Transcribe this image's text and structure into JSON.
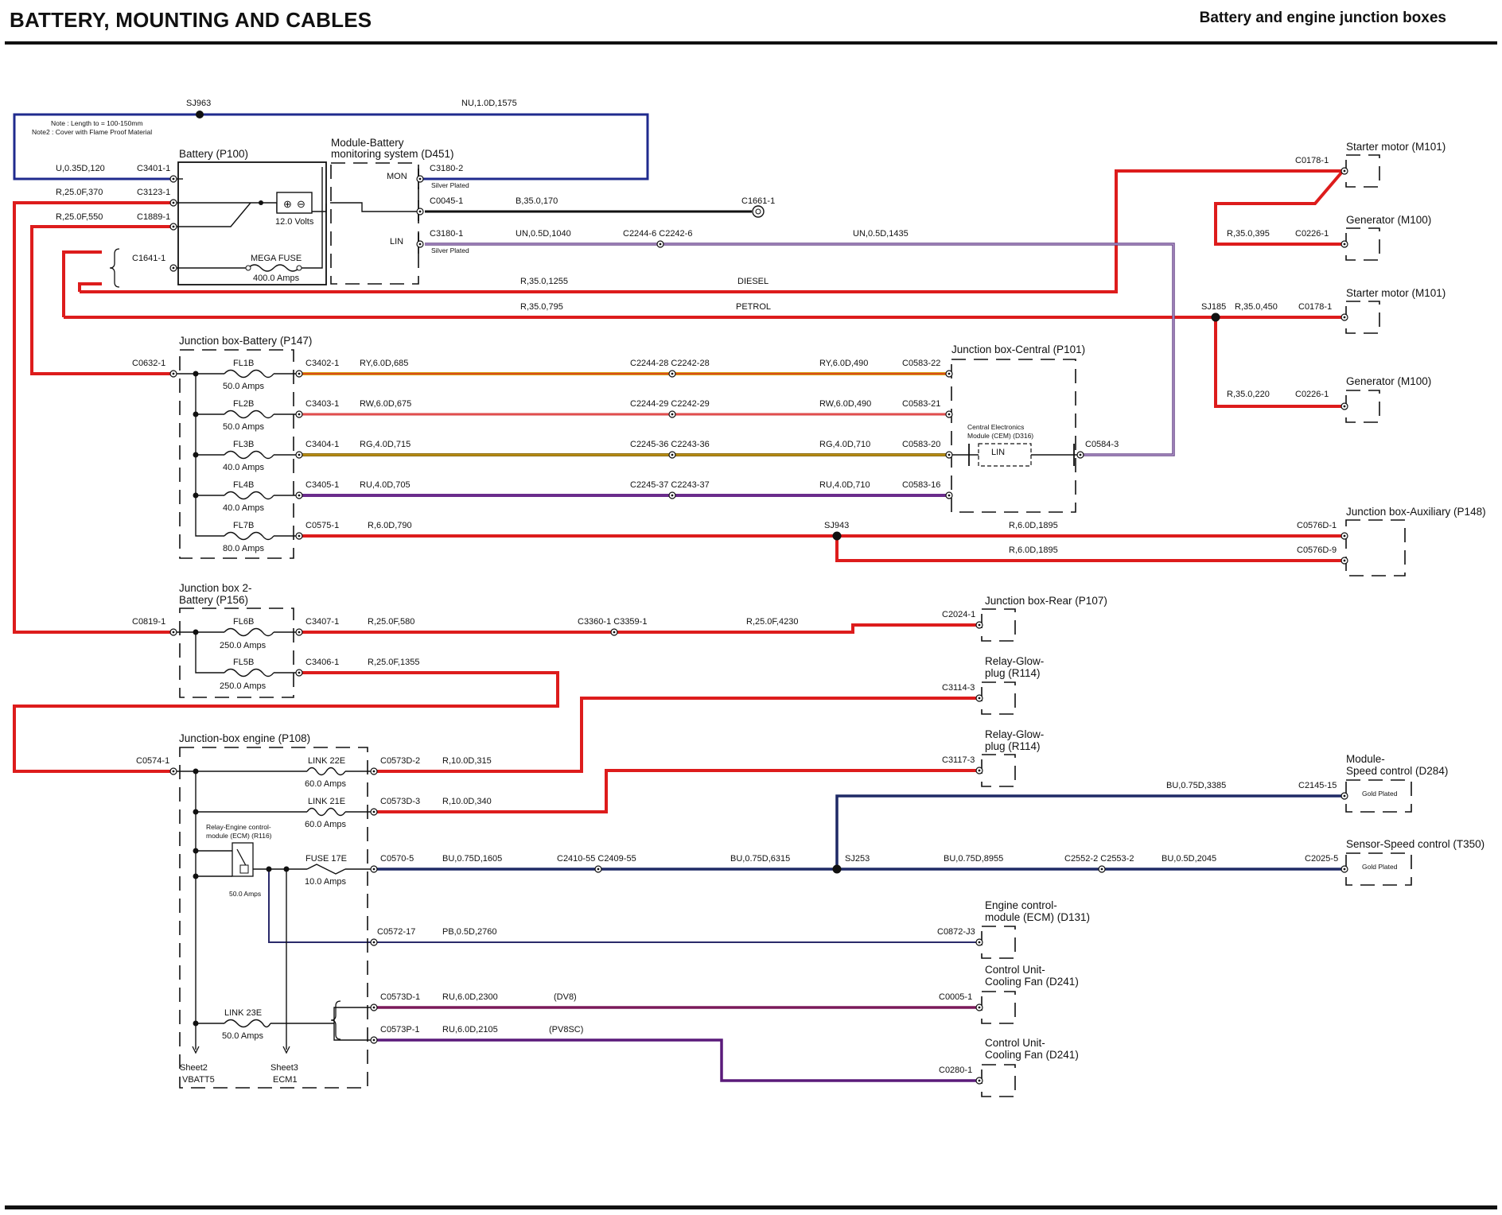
{
  "header": {
    "title": "BATTERY, MOUNTING AND CABLES",
    "subtitle": "Battery and engine junction boxes"
  },
  "colors": {
    "red": "#dd1c1c",
    "blue": "#1f2a8e",
    "navy": "#1f2a66",
    "black": "#111111",
    "purple": "#6a2c8c",
    "red_yellow": "#d4a017",
    "red_white": "#e8a0a0",
    "red_green": "#8a6d12",
    "red_blue_stripe": "#5a1a7a",
    "purple_red": "#7a1a5a",
    "un_stripe": "#6a4a8a"
  },
  "notes": {
    "line1": "Note : Length to = 100-150mm",
    "line2": "Note2 : Cover with Flame Proof Material"
  },
  "splices": {
    "sj963": "SJ963",
    "sj185": "SJ185",
    "sj943": "SJ943",
    "sj253": "SJ253"
  },
  "components": {
    "battery": "Battery (P100)",
    "battery_volts": "12.0 Volts",
    "mega_fuse": "MEGA FUSE",
    "mega_fuse_amps": "400.0 Amps",
    "bms_line1": "Module-Battery",
    "bms_line2": "monitoring system (D451)",
    "mon": "MON",
    "lin": "LIN",
    "silver1": "Silver Plated",
    "silver2": "Silver Plated",
    "starter1": "Starter motor (M101)",
    "generator1": "Generator (M100)",
    "starter2": "Starter motor (M101)",
    "generator2": "Generator (M100)",
    "jb_battery": "Junction box-Battery (P147)",
    "jb_central": "Junction box-Central (P101)",
    "cem_line1": "Central Electronics",
    "cem_line2": "Module (CEM) (D316)",
    "cem_lin": "LIN",
    "jb_aux": "Junction box-Auxiliary (P148)",
    "jb2_line1": "Junction box 2-",
    "jb2_line2": "Battery (P156)",
    "jb_rear": "Junction box-Rear (P107)",
    "relay_glow1_l1": "Relay-Glow-",
    "relay_glow1_l2": "plug (R114)",
    "relay_glow2_l1": "Relay-Glow-",
    "relay_glow2_l2": "plug (R114)",
    "jb_engine": "Junction-box engine (P108)",
    "speed_ctrl_l1": "Module-",
    "speed_ctrl_l2": "Speed control (D284)",
    "gold1": "Gold Plated",
    "sensor_speed": "Sensor-Speed control (T350)",
    "gold2": "Gold Plated",
    "relay_ecm_l1": "Relay-Engine control-",
    "relay_ecm_l2": "module (ECM) (R116)",
    "relay_ecm_amps": "50.0 Amps",
    "ecm_l1": "Engine control-",
    "ecm_l2": "module (ECM) (D131)",
    "fan1_l1": "Control Unit-",
    "fan1_l2": "Cooling Fan (D241)",
    "fan2_l1": "Control Unit-",
    "fan2_l2": "Cooling Fan (D241)",
    "sheet2": "Sheet2",
    "vbatt5": "VBATT5",
    "sheet3": "Sheet3",
    "ecm1": "ECM1"
  },
  "fuses": {
    "fl1b": "FL1B",
    "fl1b_amps": "50.0 Amps",
    "fl2b": "FL2B",
    "fl2b_amps": "50.0 Amps",
    "fl3b": "FL3B",
    "fl3b_amps": "40.0 Amps",
    "fl4b": "FL4B",
    "fl4b_amps": "40.0 Amps",
    "fl7b": "FL7B",
    "fl7b_amps": "80.0 Amps",
    "fl6b": "FL6B",
    "fl6b_amps": "250.0 Amps",
    "fl5b": "FL5B",
    "fl5b_amps": "250.0 Amps",
    "link22e": "LINK 22E",
    "link22e_amps": "60.0 Amps",
    "link21e": "LINK 21E",
    "link21e_amps": "60.0 Amps",
    "fuse17e": "FUSE 17E",
    "fuse17e_amps": "10.0 Amps",
    "link23e": "LINK 23E",
    "link23e_amps": "50.0 Amps"
  },
  "connectors": {
    "c3401": "C3401-1",
    "c3123": "C3123-1",
    "c1889": "C1889-1",
    "c1641": "C1641-1",
    "c3180_2": "C3180-2",
    "c0045": "C0045-1",
    "c1661": "C1661-1",
    "c3180_1": "C3180-1",
    "c2244_6": "C2244-6 C2242-6",
    "c0178_1": "C0178-1",
    "c0226_1": "C0226-1",
    "c0178_2": "C0178-1",
    "c0226_2": "C0226-1",
    "c0632": "C0632-1",
    "c3402": "C3402-1",
    "c3403": "C3403-1",
    "c3404": "C3404-1",
    "c3405": "C3405-1",
    "c0575": "C0575-1",
    "c2244_28": "C2244-28 C2242-28",
    "c2244_29": "C2244-29 C2242-29",
    "c2245_36": "C2245-36 C2243-36",
    "c2245_37": "C2245-37 C2243-37",
    "c0583_22": "C0583-22",
    "c0583_21": "C0583-21",
    "c0583_20": "C0583-20",
    "c0583_16": "C0583-16",
    "c0584_3": "C0584-3",
    "c0576d_1": "C0576D-1",
    "c0576d_9": "C0576D-9",
    "c0819": "C0819-1",
    "c3407": "C3407-1",
    "c3406": "C3406-1",
    "c3360": "C3360-1 C3359-1",
    "c2024": "C2024-1",
    "c3114": "C3114-3",
    "c3117": "C3117-3",
    "c0574": "C0574-1",
    "c0573d_2": "C0573D-2",
    "c0573d_3": "C0573D-3",
    "c2145": "C2145-15",
    "c0570": "C0570-5",
    "c2410": "C2410-55 C2409-55",
    "c2552": "C2552-2 C2553-2",
    "c2025": "C2025-5",
    "c0572": "C0572-17",
    "c0872": "C0872-J3",
    "c0573d_1": "C0573D-1",
    "c0005": "C0005-1",
    "c0573p_1": "C0573P-1",
    "c0280": "C0280-1"
  },
  "wires": {
    "nu_1575": "NU,1.0D,1575",
    "u_120": "U,0.35D,120",
    "r_370": "R,25.0F,370",
    "r_550": "R,25.0F,550",
    "b_170": "B,35.0,170",
    "un_1040": "UN,0.5D,1040",
    "un_1435": "UN,0.5D,1435",
    "r_1255": "R,35.0,1255",
    "diesel": "DIESEL",
    "r_795": "R,35.0,795",
    "petrol": "PETROL",
    "r_395": "R,35.0,395",
    "r_450": "R,35.0,450",
    "r_220": "R,35.0,220",
    "ry_685": "RY,6.0D,685",
    "ry_490": "RY,6.0D,490",
    "rw_675": "RW,6.0D,675",
    "rw_490": "RW,6.0D,490",
    "rg_715": "RG,4.0D,715",
    "rg_710": "RG,4.0D,710",
    "ru_705": "RU,4.0D,705",
    "ru_710": "RU,4.0D,710",
    "r_790": "R,6.0D,790",
    "r_1895a": "R,6.0D,1895",
    "r_1895b": "R,6.0D,1895",
    "r_580": "R,25.0F,580",
    "r_4230": "R,25.0F,4230",
    "r_1355": "R,25.0F,1355",
    "r_315": "R,10.0D,315",
    "r_340": "R,10.0D,340",
    "bu_3385": "BU,0.75D,3385",
    "bu_1605": "BU,0.75D,1605",
    "bu_6315": "BU,0.75D,6315",
    "bu_8955": "BU,0.75D,8955",
    "bu_2045": "BU,0.5D,2045",
    "pb_2760": "PB,0.5D,2760",
    "ru_2300": "RU,6.0D,2300",
    "dv8": "(DV8)",
    "ru_2105": "RU,6.0D,2105",
    "pv8sc": "(PV8SC)"
  }
}
